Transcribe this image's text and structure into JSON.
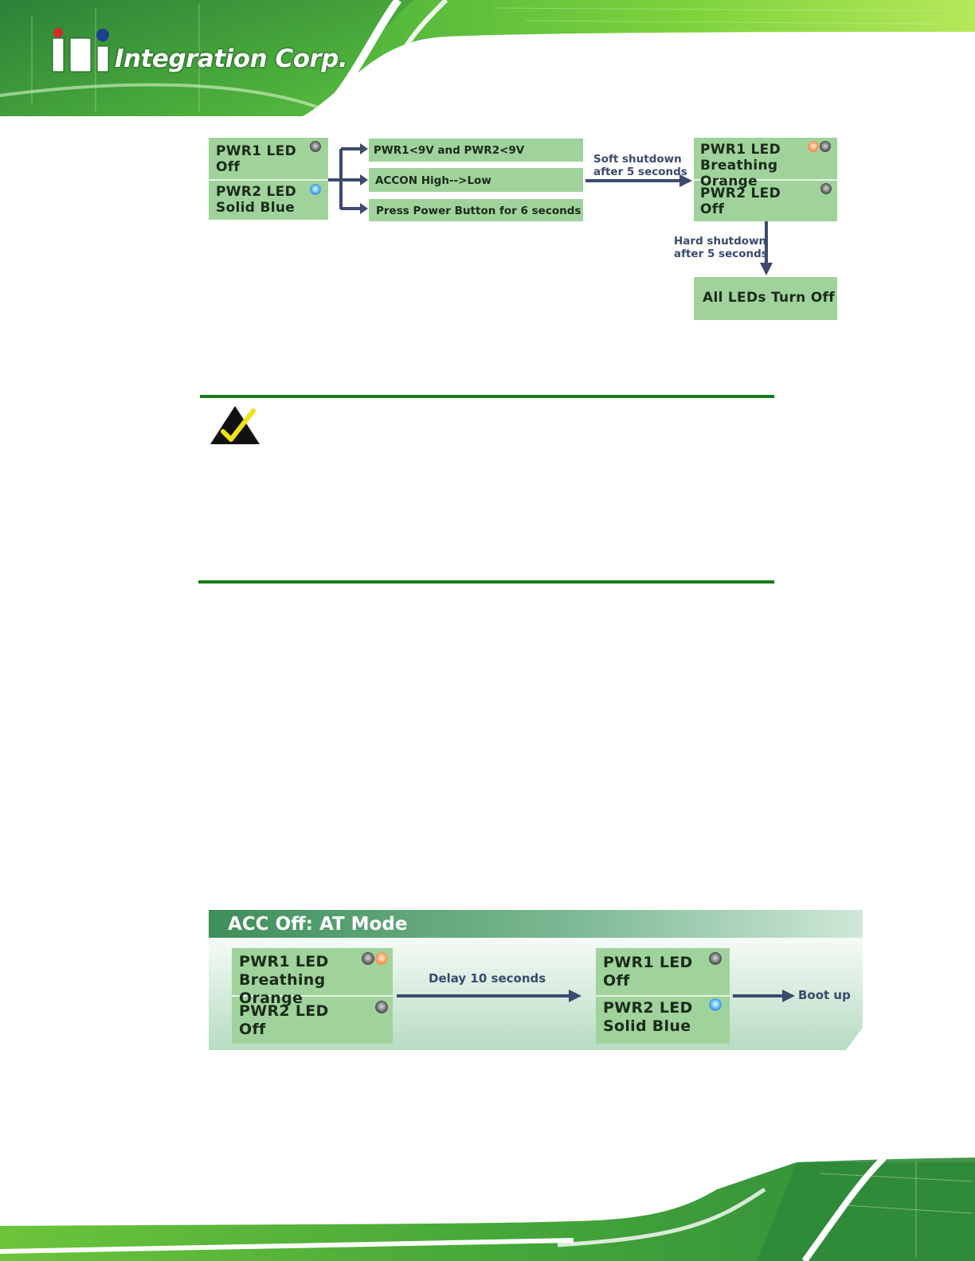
{
  "brand": {
    "logo_mark": "iEi",
    "logo_name": "Integration Corp."
  },
  "diagram1": {
    "left_pwr1_title": "PWR1 LED",
    "left_pwr1_state": "Off",
    "left_pwr2_title": "PWR2 LED",
    "left_pwr2_state": "Solid Blue",
    "cond1": "PWR1<9V and PWR2<9V",
    "cond2": "ACCON High-->Low",
    "cond3": "Press Power Button for 6 seconds",
    "soft_label_1": "Soft shutdown",
    "soft_label_2": "after 5 seconds",
    "right_pwr1_title": "PWR1 LED",
    "right_pwr1_state": "Breathing Orange",
    "right_pwr2_title": "PWR2 LED",
    "right_pwr2_state": "Off",
    "hard_label_1": "Hard shutdown",
    "hard_label_2": "after 5 seconds",
    "final_box": "All LEDs Turn Off"
  },
  "diagram2": {
    "title": "ACC Off: AT Mode",
    "left_pwr1_title": "PWR1 LED",
    "left_pwr1_state": "Breathing Orange",
    "left_pwr2_title": "PWR2 LED",
    "left_pwr2_state": "Off",
    "delay_label": "Delay 10 seconds",
    "right_pwr1_title": "PWR1 LED",
    "right_pwr1_state": "Off",
    "right_pwr2_title": "PWR2 LED",
    "right_pwr2_state": "Solid Blue",
    "boot_label": "Boot up"
  },
  "colors": {
    "brand_green": "#3aa83a",
    "box_green": "#9fd39b",
    "arrow": "#3d4a6e",
    "rule_green": "#1a7a1a",
    "led_blue": "#6cc6ff",
    "led_orange": "#ffb178",
    "led_gray": "#8a8a8a"
  },
  "icons": {
    "note": "checkmark-warning-icon"
  }
}
